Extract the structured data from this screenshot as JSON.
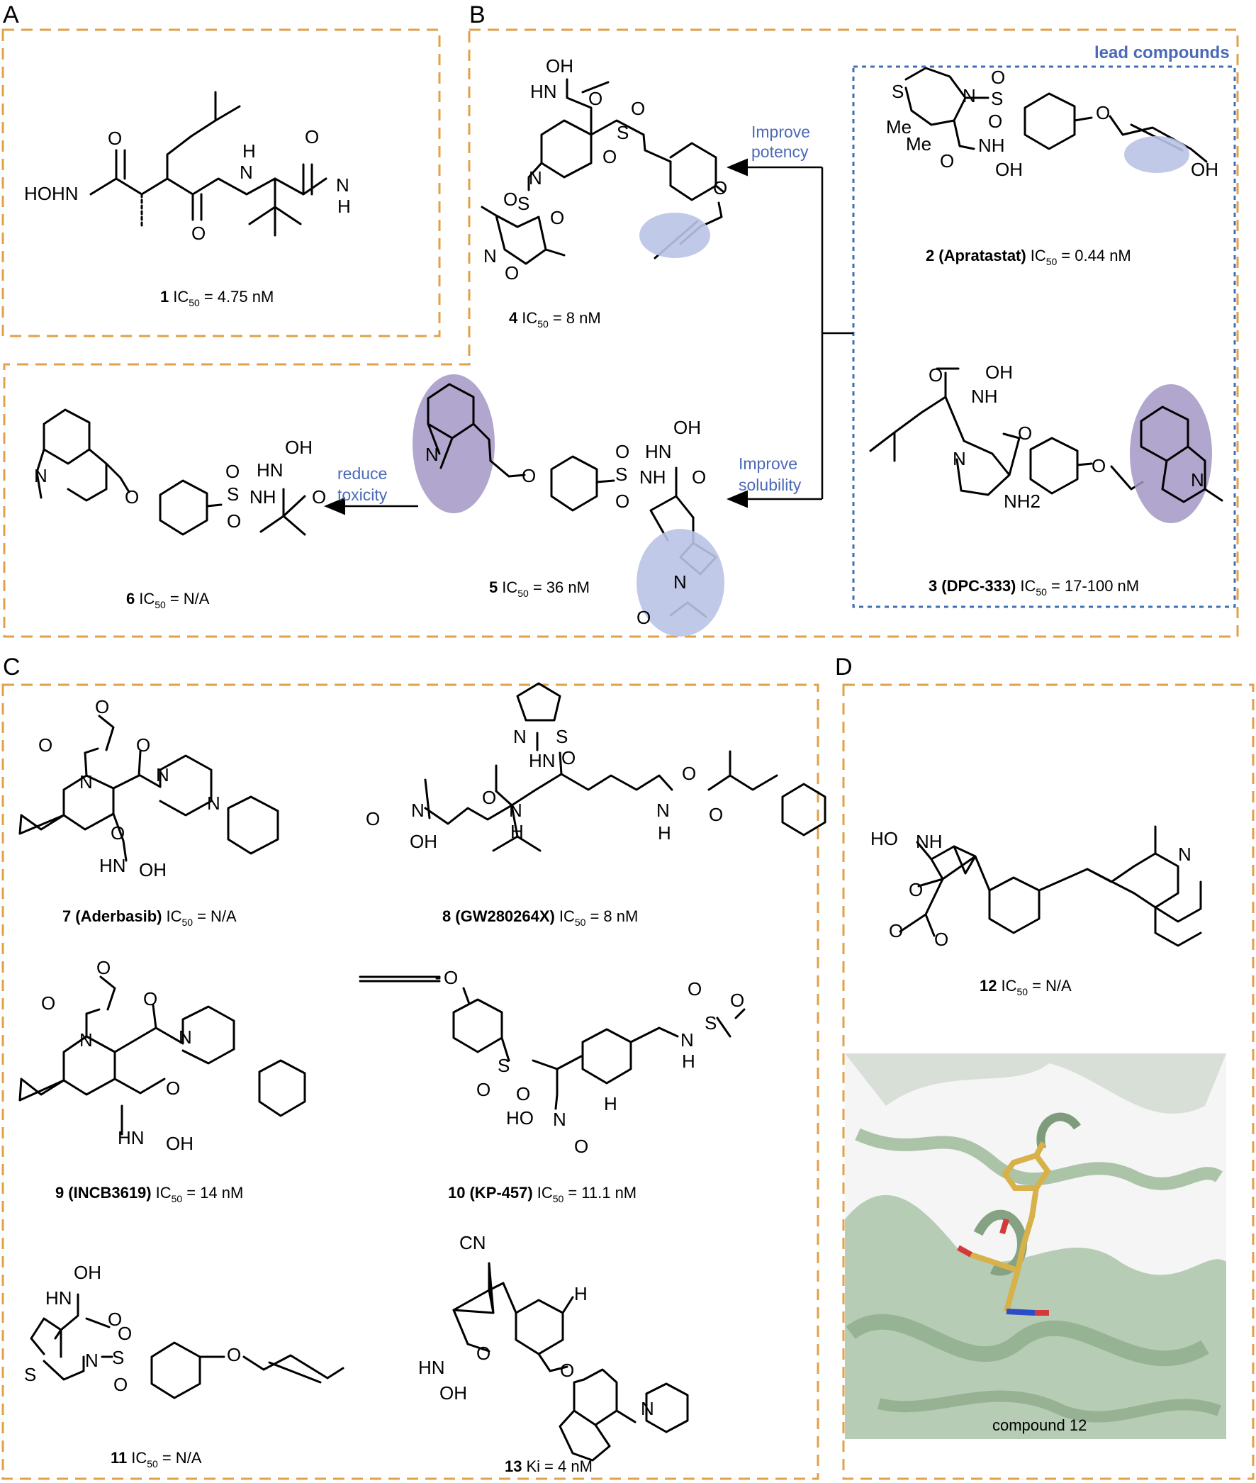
{
  "panels": {
    "a": "A",
    "b": "B",
    "c": "C",
    "d": "D"
  },
  "lead_box_title": "lead compounds",
  "annotations": {
    "improve_potency_1": "Improve",
    "improve_potency_2": "potency",
    "improve_solubility_1": "Improve",
    "improve_solubility_2": "solubility",
    "reduce_toxicity_1": "reduce",
    "reduce_toxicity_2": "toxicity"
  },
  "compounds": [
    {
      "id": "1",
      "name": "",
      "metric": "IC",
      "sub": "50",
      "value": "= 4.75 nM"
    },
    {
      "id": "2",
      "name": "(Apratastat)",
      "metric": "IC",
      "sub": "50",
      "value": "= 0.44 nM"
    },
    {
      "id": "3",
      "name": "(DPC-333)",
      "metric": "IC",
      "sub": "50",
      "value": "= 17-100 nM"
    },
    {
      "id": "4",
      "name": "",
      "metric": "IC",
      "sub": "50",
      "value": "= 8 nM"
    },
    {
      "id": "5",
      "name": "",
      "metric": "IC",
      "sub": "50",
      "value": "= 36 nM"
    },
    {
      "id": "6",
      "name": "",
      "metric": "IC",
      "sub": "50",
      "value": "= N/A"
    },
    {
      "id": "7",
      "name": "(Aderbasib)",
      "metric": "IC",
      "sub": "50",
      "value": "= N/A"
    },
    {
      "id": "8",
      "name": "(GW280264X)",
      "metric": "IC",
      "sub": "50",
      "value": "= 8 nM"
    },
    {
      "id": "9",
      "name": "(INCB3619)",
      "metric": "IC",
      "sub": "50",
      "value": "= 14 nM"
    },
    {
      "id": "10",
      "name": "(KP-457)",
      "metric": "IC",
      "sub": "50",
      "value": "= 11.1 nM"
    },
    {
      "id": "11",
      "name": "",
      "metric": "IC",
      "sub": "50",
      "value": "= N/A"
    },
    {
      "id": "12",
      "name": "",
      "metric": "IC",
      "sub": "50",
      "value": "= N/A"
    },
    {
      "id": "13",
      "name": "",
      "metric": "Ki",
      "sub": "",
      "value": "= 4 nM"
    }
  ],
  "atoms": {
    "c1": [
      "HOHN",
      "O",
      "O",
      "H",
      "N",
      "O",
      "N",
      "H"
    ],
    "c2": [
      "S",
      "N",
      "O",
      "S",
      "O",
      "O",
      "Me",
      "Me",
      "O",
      "NH",
      "OH",
      "OH"
    ],
    "c4": [
      "OH",
      "HN",
      "O",
      "O",
      "S",
      "O",
      "N",
      "O",
      "S",
      "O",
      "N",
      "O",
      "O"
    ],
    "c3": [
      "O",
      "OH",
      "NH",
      "N",
      "O",
      "NH2",
      "O",
      "N"
    ],
    "c5": [
      "N",
      "O",
      "O",
      "S",
      "O",
      "NH",
      "HN",
      "OH",
      "O",
      "N",
      "O"
    ],
    "c6": [
      "N",
      "O",
      "O",
      "S",
      "O",
      "NH",
      "HN",
      "OH",
      "O"
    ],
    "c7": [
      "O",
      "O",
      "O",
      "N",
      "N",
      "N",
      "O",
      "HN",
      "OH"
    ],
    "c8": [
      "N",
      "S",
      "HN",
      "O",
      "O",
      "N",
      "OH",
      "O",
      "N",
      "H",
      "O",
      "N",
      "H",
      "O"
    ],
    "c9": [
      "O",
      "O",
      "O",
      "N",
      "N",
      "O",
      "HN",
      "OH"
    ],
    "c10": [
      "O",
      "O",
      "S",
      "O",
      "N",
      "H",
      "S",
      "O",
      "O",
      "N",
      "HO",
      "H",
      "O"
    ],
    "c11": [
      "OH",
      "HN",
      "O",
      "S",
      "N",
      "S",
      "O",
      "O",
      "O"
    ],
    "c12": [
      "HO",
      "NH",
      "O",
      "O",
      "O",
      "N"
    ],
    "c13": [
      "CN",
      "H",
      "O",
      "HN",
      "O",
      "OH",
      "N"
    ]
  },
  "docking": {
    "label": "compound 12"
  }
}
